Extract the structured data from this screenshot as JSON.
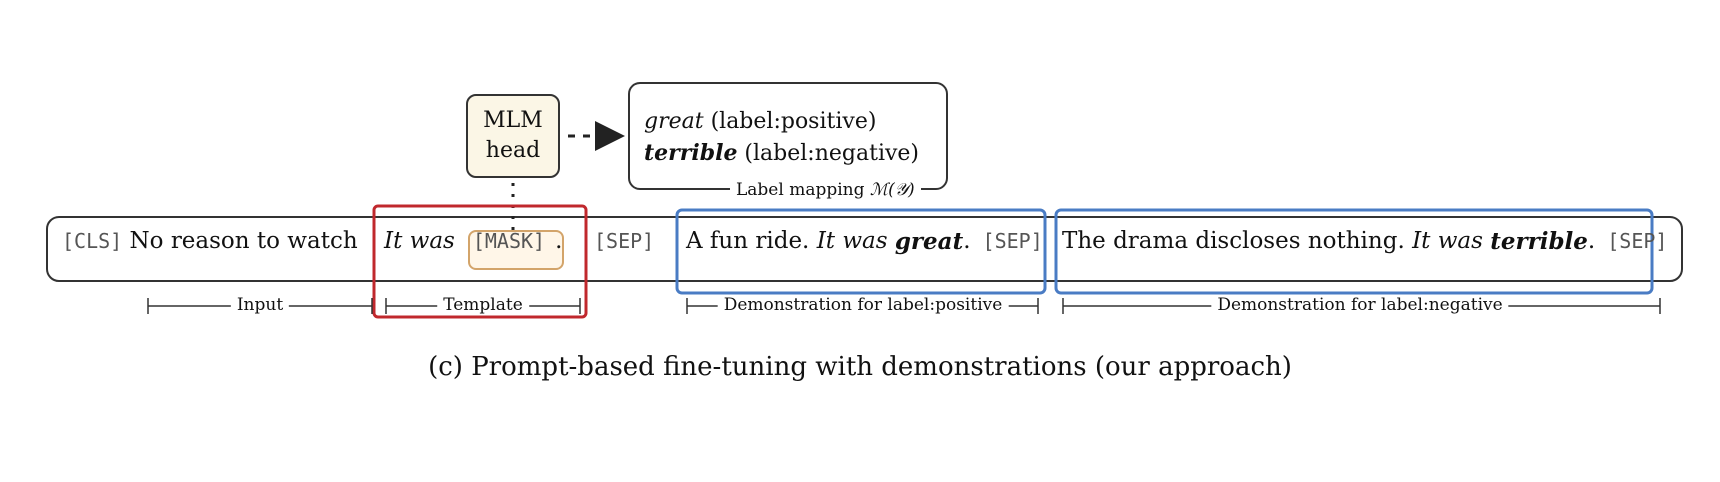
{
  "mlm_head": {
    "line1": "MLM",
    "line2": "head"
  },
  "label_mapping": {
    "positive_word": "great",
    "positive_label": " (label:positive)",
    "negative_word": "terrible",
    "negative_label": " (label:negative)",
    "caption_text": "Label mapping ",
    "caption_math": "ℳ(𝒴)"
  },
  "sequence": {
    "cls": "[CLS]",
    "input_text": " No reason to watch",
    "template_prefix": "It was",
    "mask": "[MASK]",
    "period1": ".",
    "sep1": "[SEP]",
    "demo_pos_text": "A fun ride. ",
    "demo_pos_itwas": "It was",
    "demo_pos_word": "great",
    "period2": ".",
    "sep2": "[SEP]",
    "demo_neg_text": "The drama discloses nothing. ",
    "demo_neg_itwas": "It was",
    "demo_neg_word": "terrible",
    "period3": ".",
    "sep3": "[SEP]"
  },
  "segments": {
    "input": "Input",
    "template": "Template",
    "demo_positive": "Demonstration for label:positive",
    "demo_negative": "Demonstration for label:negative"
  },
  "caption": "(c) Prompt-based fine-tuning with demonstrations (our approach)",
  "colors": {
    "template_box": "#c0282d",
    "demo_box": "#4a7cc4",
    "mask_border": "#d3a46a",
    "mask_fill": "#fff6e8",
    "mlm_fill": "#fbf6e6",
    "outline": "#333333"
  }
}
